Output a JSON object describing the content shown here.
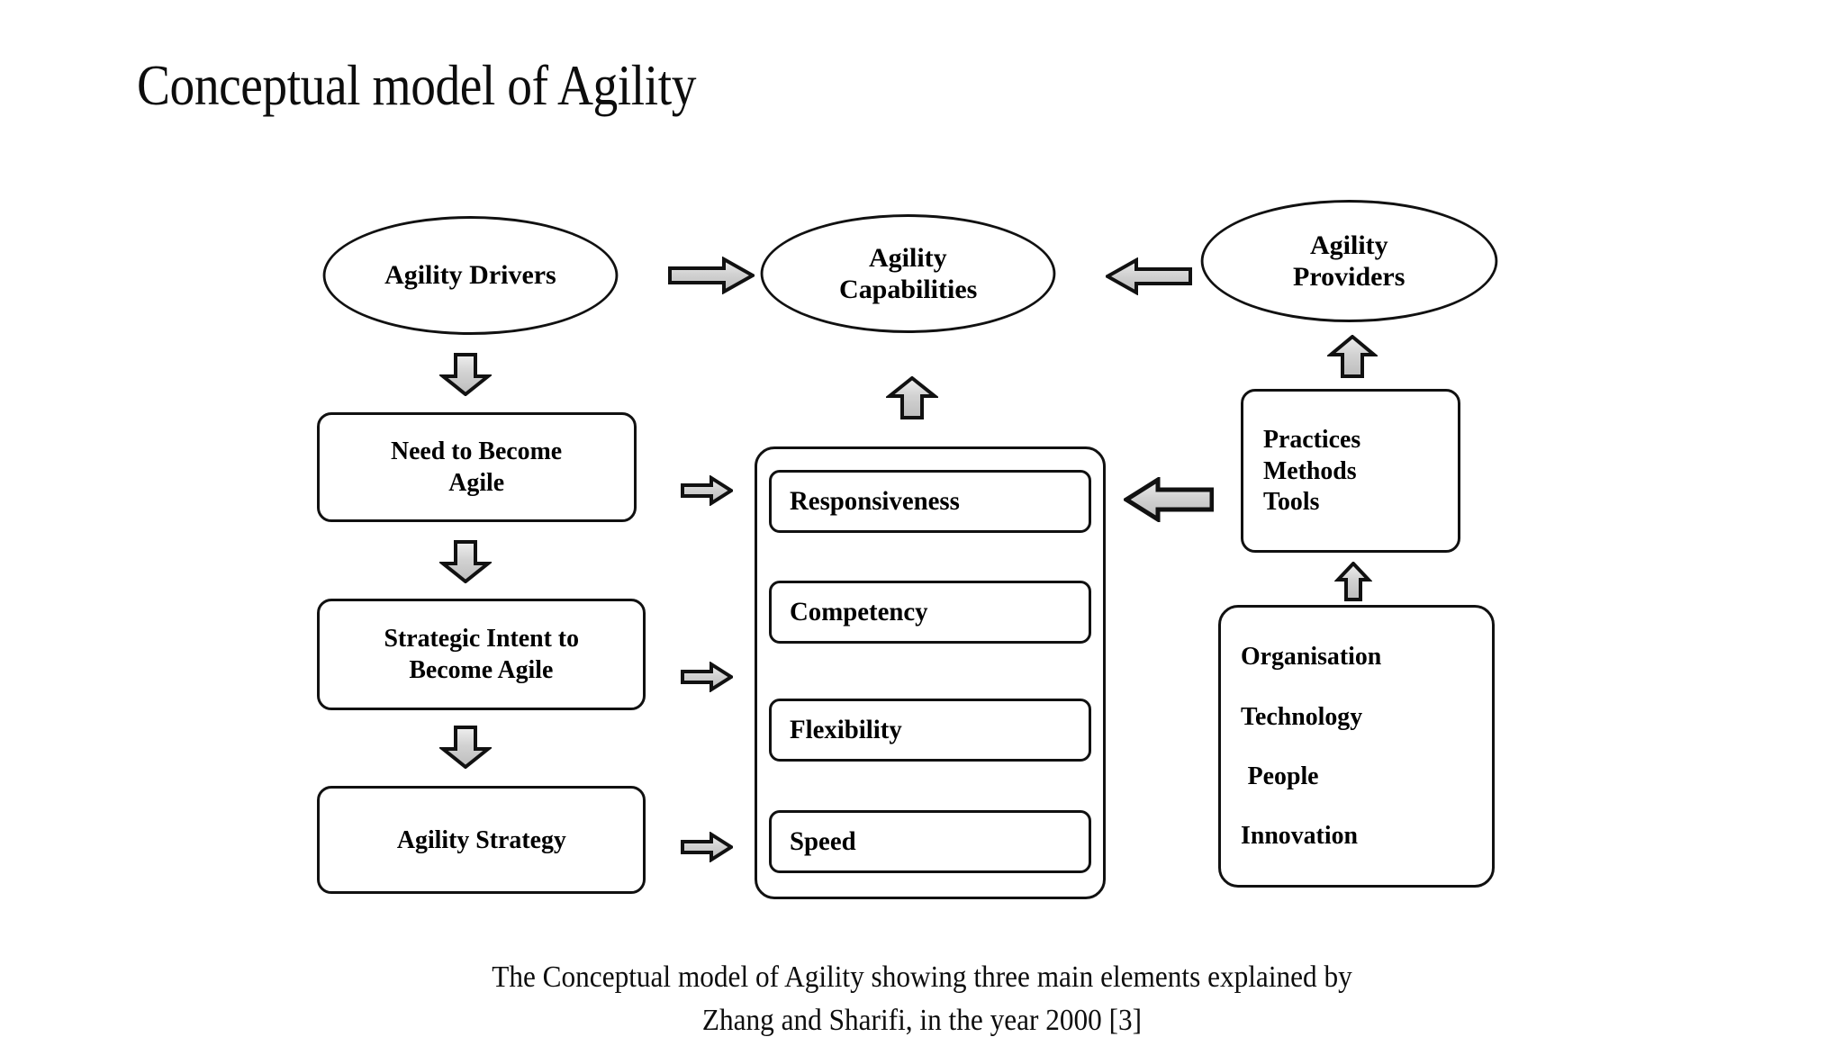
{
  "title": "Conceptual model of Agility",
  "colors": {
    "arrow_fill": "#c8c8c8",
    "arrow_fill_light": "#e2e2e2",
    "arrow_stroke": "#111111",
    "shape_stroke": "#111111",
    "background": "#ffffff",
    "text": "#000000"
  },
  "nodes": {
    "ellipse_drivers": "Agility Drivers",
    "ellipse_capabilities_line1": "Agility",
    "ellipse_capabilities_line2": "Capabilities",
    "ellipse_providers_line1": "Agility",
    "ellipse_providers_line2": "Providers",
    "box_need_line1": "Need to Become",
    "box_need_line2": "Agile",
    "box_strategic_line1": "Strategic Intent to",
    "box_strategic_line2": "Become Agile",
    "box_agility_strategy": "Agility Strategy",
    "box_practices": [
      "Practices",
      "Methods",
      "Tools"
    ],
    "box_enablers": [
      "Organisation",
      "Technology",
      "People",
      "Innovation"
    ]
  },
  "capabilities": [
    {
      "label": "Responsiveness"
    },
    {
      "label": "Competency"
    },
    {
      "label": "Flexibility"
    },
    {
      "label": "Speed"
    }
  ],
  "arrows": [
    {
      "name": "arrow-drivers-to-capabilities",
      "direction": "right"
    },
    {
      "name": "arrow-providers-to-capabilities",
      "direction": "left"
    },
    {
      "name": "arrow-drivers-to-need",
      "direction": "down"
    },
    {
      "name": "arrow-need-to-strategic",
      "direction": "down"
    },
    {
      "name": "arrow-strategic-to-strategy",
      "direction": "down"
    },
    {
      "name": "arrow-need-to-stack",
      "direction": "right"
    },
    {
      "name": "arrow-strategic-to-stack",
      "direction": "right"
    },
    {
      "name": "arrow-strategy-to-stack",
      "direction": "right"
    },
    {
      "name": "arrow-stack-to-capabilities",
      "direction": "up"
    },
    {
      "name": "arrow-practices-to-stack",
      "direction": "left"
    },
    {
      "name": "arrow-practices-to-providers",
      "direction": "up"
    },
    {
      "name": "arrow-enablers-to-practices",
      "direction": "up"
    }
  ],
  "caption": {
    "line1": "The Conceptual model of Agility showing three main elements explained by",
    "line2": "Zhang and Sharifi, in the year 2000 [3]"
  }
}
